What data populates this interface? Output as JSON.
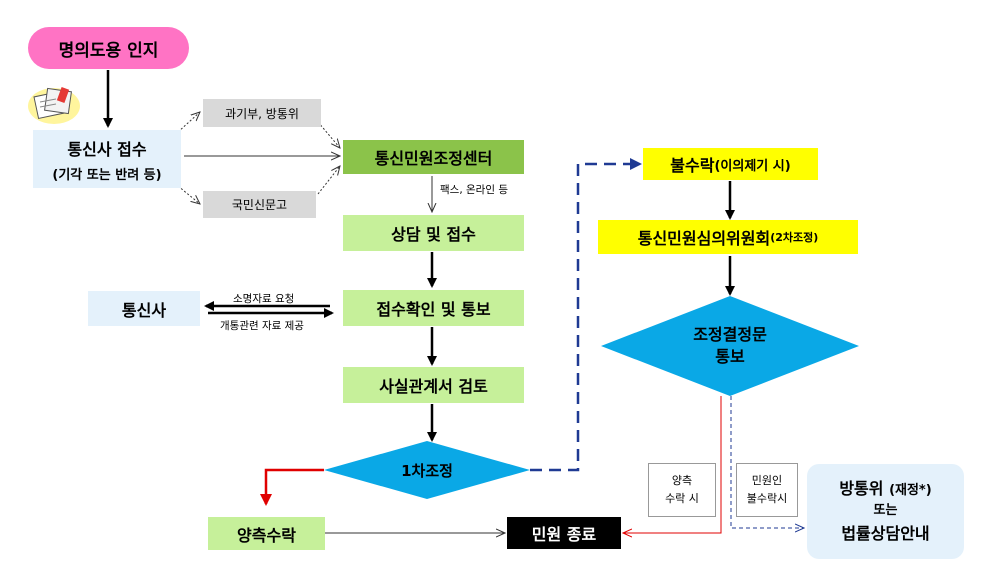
{
  "nodes": {
    "identity": "명의도용 인지",
    "carrier_receipt_line1": "통신사 접수",
    "carrier_receipt_line2": "(기각 또는 반려 등)",
    "ministry": "과기부, 방통위",
    "petition": "국민신문고",
    "center": "통신민원조정센터",
    "consult": "상담 및 접수",
    "confirm": "접수확인 및 통보",
    "carrier": "통신사",
    "review": "사실관계서 검토",
    "first_mediation": "1차조정",
    "accept": "양측수락",
    "end": "민원 종료",
    "reject_main": "불수락",
    "reject_sub": "(이의제기 시)",
    "committee_main": "통신민원심의위원회",
    "committee_sub": "(2차조정)",
    "decision_line1": "조정결정문",
    "decision_line2": "통보",
    "kcc_main": "방통위",
    "kcc_sub": "(재정*)",
    "kcc_line2": "또는",
    "kcc_line3": "법률상담안내"
  },
  "labels": {
    "fax_online": "팩스, 온라인 등",
    "request": "소명자료 요청",
    "provide": "개통관련 자료 제공",
    "both_accept_line1": "양측",
    "both_accept_line2": "수락 시",
    "complainant_reject_line1": "민원인",
    "complainant_reject_line2": "불수락시"
  },
  "colors": {
    "pink": "#ff73c4",
    "diamond": "#0aa8e6",
    "navy_dashed": "#1f3a93",
    "red_arrow": "#e00000"
  }
}
